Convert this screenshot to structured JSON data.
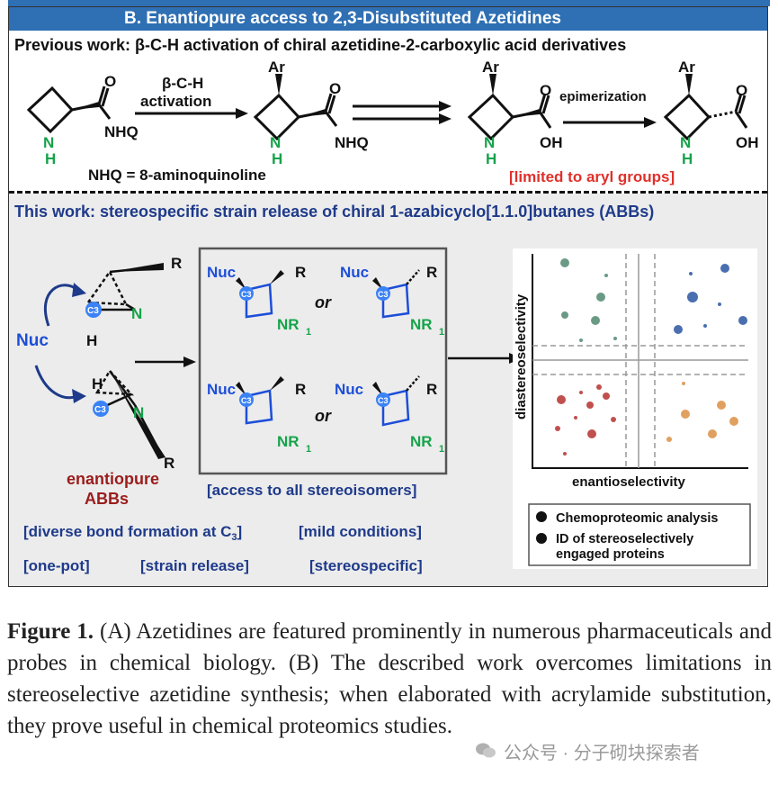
{
  "header": {
    "title": "B. Enantiopure access to 2,3-Disubstituted Azetidines"
  },
  "previous_work": {
    "title": "Previous work: β-C-H activation of chiral azetidine-2-carboxylic acid derivatives",
    "arrow1_line1": "β-C-H",
    "arrow1_line2": "activation",
    "nhq_def": "NHQ = 8-aminoquinoline",
    "epimerization": "epimerization",
    "limitation": "[limited to aryl groups]",
    "atoms": {
      "o": "O",
      "nhq": "NHQ",
      "n": "N",
      "h": "H",
      "ar": "Ar",
      "oh": "OH"
    }
  },
  "this_work": {
    "title": "This work: stereospecific strain release of chiral 1-azabicyclo[1.1.0]butanes (ABBs)",
    "nuc": "Nuc",
    "r": "R",
    "n": "N",
    "h": "H",
    "c3": "C3",
    "nr": "NR",
    "nr_sub": "1",
    "or": "or",
    "enantiopure_line1": "enantiopure",
    "enantiopure_line2": "ABBs",
    "access": "[access to all stereoisomers]",
    "diverse_prefix": "[diverse bond formation at C",
    "diverse_sub": "3",
    "diverse_suffix": "]",
    "mild": "[mild conditions]",
    "onepot": "[one-pot]",
    "strain": "[strain release]",
    "stereospecific": "[stereospecific]"
  },
  "plot": {
    "ylabel": "diastereoselectivity",
    "xlabel": "enantioselectivity",
    "legend": {
      "item1": "Chemoproteomic analysis",
      "item2_line1": "ID of stereoselectively",
      "item2_line2": "engaged proteins"
    },
    "colors": {
      "green": "#6a9a86",
      "blue": "#4a6fb0",
      "red": "#c0504d",
      "orange": "#e0a060"
    }
  },
  "caption": {
    "label": "Figure 1.",
    "text": " (A) Azetidines are featured prominently in numerous pharmaceuticals and probes in chemical biology. (B) The described work overcomes limitations in stereoselective azetidine synthesis; when elaborated with acrylamide substitution, they prove useful in chemical proteomics studies."
  },
  "watermark": {
    "text": "公众号 · 分子砌块探索者"
  }
}
